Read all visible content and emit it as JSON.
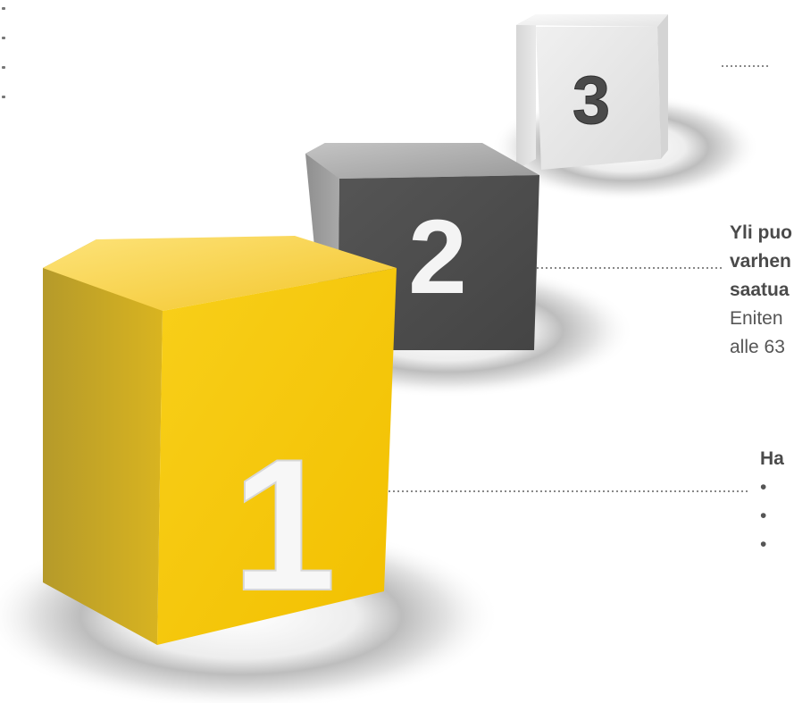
{
  "cubes": [
    {
      "number": "1",
      "color": "#f5c400"
    },
    {
      "number": "2",
      "color": "#4d4d4d"
    },
    {
      "number": "3",
      "color": "#e6e6e6"
    }
  ],
  "callout_2": {
    "line_1": "Yli puo",
    "line_2": "varhen",
    "line_3": "saatua",
    "line_4": "Eniten",
    "line_5": "alle 63"
  },
  "callout_1": {
    "heading": "Ha",
    "bullets": [
      "•",
      "•",
      "•"
    ]
  },
  "colors": {
    "accent": "#f5c400",
    "dark": "#4d4d4d",
    "light": "#e6e6e6",
    "connector": "#888888"
  }
}
